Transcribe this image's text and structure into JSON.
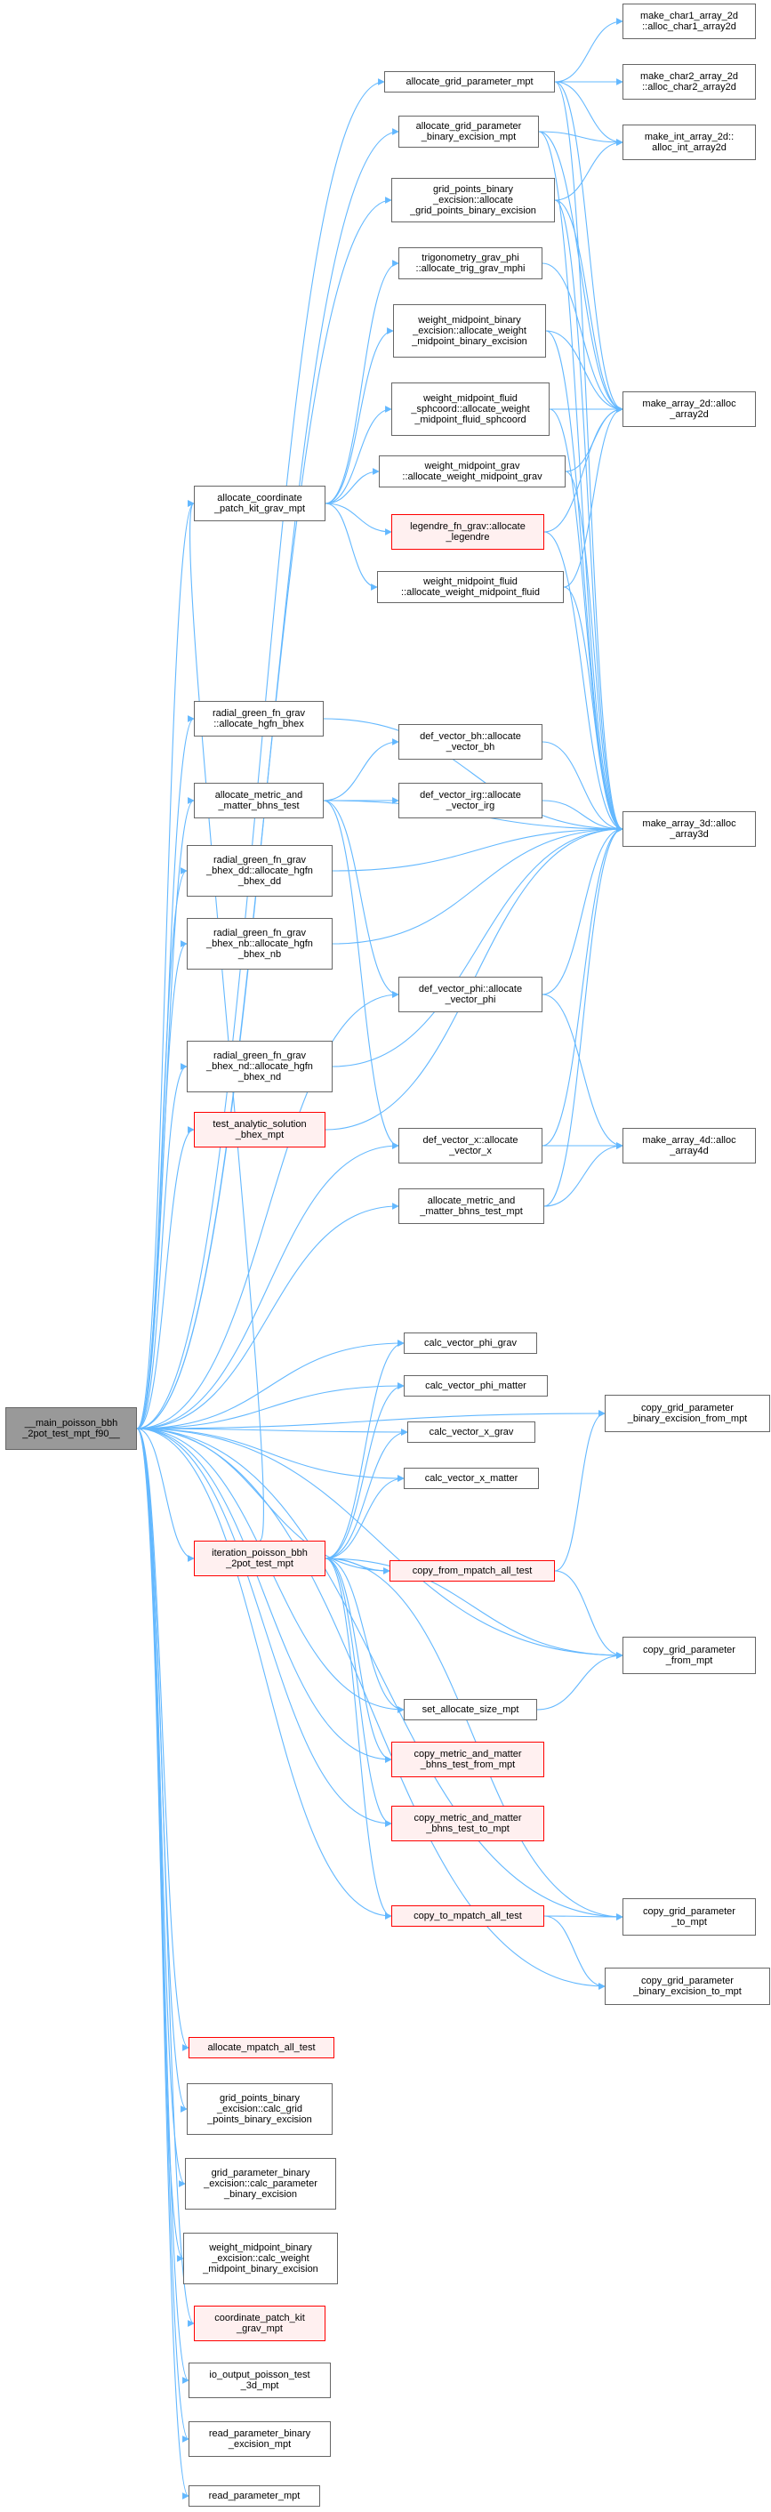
{
  "colors": {
    "edge": "#63b8ff",
    "node_border": "#666666",
    "highlight_border": "#ff0000",
    "highlight_fill": "#fff0f0",
    "root_fill": "#999999"
  },
  "nodes": [
    {
      "id": "main",
      "lines": [
        "__main_poisson_bbh",
        "_2pot_test_mpt_f90__"
      ],
      "style": "root"
    },
    {
      "id": "agp",
      "lines": [
        "allocate_grid_parameter_mpt"
      ]
    },
    {
      "id": "agpb",
      "lines": [
        "allocate_grid_parameter",
        "_binary_excision_mpt"
      ]
    },
    {
      "id": "gpbe",
      "lines": [
        "grid_points_binary",
        "_excision::allocate",
        "_grid_points_binary_excision"
      ]
    },
    {
      "id": "tgp",
      "lines": [
        "trigonometry_grav_phi",
        "::allocate_trig_grav_mphi"
      ]
    },
    {
      "id": "wmb",
      "lines": [
        "weight_midpoint_binary",
        "_excision::allocate_weight",
        "_midpoint_binary_excision"
      ]
    },
    {
      "id": "wmf",
      "lines": [
        "weight_midpoint_fluid",
        "_sphcoord::allocate_weight",
        "_midpoint_fluid_sphcoord"
      ]
    },
    {
      "id": "acp",
      "lines": [
        "allocate_coordinate",
        "_patch_kit_grav_mpt"
      ]
    },
    {
      "id": "wmg",
      "lines": [
        "weight_midpoint_grav",
        "::allocate_weight_midpoint_grav"
      ]
    },
    {
      "id": "leg",
      "lines": [
        "legendre_fn_grav::allocate",
        "_legendre"
      ],
      "style": "red"
    },
    {
      "id": "wmfl",
      "lines": [
        "weight_midpoint_fluid",
        "::allocate_weight_midpoint_fluid"
      ]
    },
    {
      "id": "c1",
      "lines": [
        "make_char1_array_2d",
        "::alloc_char1_array2d"
      ]
    },
    {
      "id": "c2",
      "lines": [
        "make_char2_array_2d",
        "::alloc_char2_array2d"
      ]
    },
    {
      "id": "mi2",
      "lines": [
        "make_int_array_2d::",
        "alloc_int_array2d"
      ]
    },
    {
      "id": "m2d",
      "lines": [
        "make_array_2d::alloc",
        "_array2d"
      ]
    },
    {
      "id": "rg",
      "lines": [
        "radial_green_fn_grav",
        "::allocate_hgfn_bhex"
      ]
    },
    {
      "id": "amm",
      "lines": [
        "allocate_metric_and",
        "_matter_bhns_test"
      ]
    },
    {
      "id": "dvbh",
      "lines": [
        "def_vector_bh::allocate",
        "_vector_bh"
      ]
    },
    {
      "id": "dvirg",
      "lines": [
        "def_vector_irg::allocate",
        "_vector_irg"
      ]
    },
    {
      "id": "m3d",
      "lines": [
        "make_array_3d::alloc",
        "_array3d"
      ]
    },
    {
      "id": "rgdd",
      "lines": [
        "radial_green_fn_grav",
        "_bhex_dd::allocate_hgfn",
        "_bhex_dd"
      ]
    },
    {
      "id": "rgnb",
      "lines": [
        "radial_green_fn_grav",
        "_bhex_nb::allocate_hgfn",
        "_bhex_nb"
      ]
    },
    {
      "id": "dvphi",
      "lines": [
        "def_vector_phi::allocate",
        "_vector_phi"
      ]
    },
    {
      "id": "rgnd",
      "lines": [
        "radial_green_fn_grav",
        "_bhex_nd::allocate_hgfn",
        "_bhex_nd"
      ]
    },
    {
      "id": "tas",
      "lines": [
        "test_analytic_solution",
        "_bhex_mpt"
      ],
      "style": "red"
    },
    {
      "id": "dvx",
      "lines": [
        "def_vector_x::allocate",
        "_vector_x"
      ]
    },
    {
      "id": "m4d",
      "lines": [
        "make_array_4d::alloc",
        "_array4d"
      ]
    },
    {
      "id": "ammt",
      "lines": [
        "allocate_metric_and",
        "_matter_bhns_test_mpt"
      ]
    },
    {
      "id": "cvpg",
      "lines": [
        "calc_vector_phi_grav"
      ]
    },
    {
      "id": "cvpm",
      "lines": [
        "calc_vector_phi_matter"
      ]
    },
    {
      "id": "cvxg",
      "lines": [
        "calc_vector_x_grav"
      ]
    },
    {
      "id": "cvxm",
      "lines": [
        "calc_vector_x_matter"
      ]
    },
    {
      "id": "cgpbf",
      "lines": [
        "copy_grid_parameter",
        "_binary_excision_from_mpt"
      ]
    },
    {
      "id": "ipb",
      "lines": [
        "iteration_poisson_bbh",
        "_2pot_test_mpt"
      ],
      "style": "red"
    },
    {
      "id": "cfm",
      "lines": [
        "copy_from_mpatch_all_test"
      ],
      "style": "red"
    },
    {
      "id": "cgpf",
      "lines": [
        "copy_grid_parameter",
        "_from_mpt"
      ]
    },
    {
      "id": "sas",
      "lines": [
        "set_allocate_size_mpt"
      ]
    },
    {
      "id": "cmmf",
      "lines": [
        "copy_metric_and_matter",
        "_bhns_test_from_mpt"
      ],
      "style": "red"
    },
    {
      "id": "cmmt",
      "lines": [
        "copy_metric_and_matter",
        "_bhns_test_to_mpt"
      ],
      "style": "red"
    },
    {
      "id": "ctm",
      "lines": [
        "copy_to_mpatch_all_test"
      ],
      "style": "red"
    },
    {
      "id": "cgpt",
      "lines": [
        "copy_grid_parameter",
        "_to_mpt"
      ]
    },
    {
      "id": "cgpbt",
      "lines": [
        "copy_grid_parameter",
        "_binary_excision_to_mpt"
      ]
    },
    {
      "id": "ama",
      "lines": [
        "allocate_mpatch_all_test"
      ],
      "style": "red"
    },
    {
      "id": "gpcalc",
      "lines": [
        "grid_points_binary",
        "_excision::calc_grid",
        "_points_binary_excision"
      ]
    },
    {
      "id": "gpcp",
      "lines": [
        "grid_parameter_binary",
        "_excision::calc_parameter",
        "_binary_excision"
      ]
    },
    {
      "id": "wmcalc",
      "lines": [
        "weight_midpoint_binary",
        "_excision::calc_weight",
        "_midpoint_binary_excision"
      ]
    },
    {
      "id": "cpk",
      "lines": [
        "coordinate_patch_kit",
        "_grav_mpt"
      ],
      "style": "red"
    },
    {
      "id": "iop",
      "lines": [
        "io_output_poisson_test",
        "_3d_mpt"
      ]
    },
    {
      "id": "rpb",
      "lines": [
        "read_parameter_binary",
        "_excision_mpt"
      ]
    },
    {
      "id": "rp",
      "lines": [
        "read_parameter_mpt"
      ]
    }
  ],
  "edges": [
    [
      "main",
      "agp"
    ],
    [
      "main",
      "agpb"
    ],
    [
      "main",
      "gpbe"
    ],
    [
      "main",
      "acp"
    ],
    [
      "main",
      "rg"
    ],
    [
      "main",
      "amm"
    ],
    [
      "main",
      "rgdd"
    ],
    [
      "main",
      "rgnb"
    ],
    [
      "main",
      "dvphi"
    ],
    [
      "main",
      "rgnd"
    ],
    [
      "main",
      "tas"
    ],
    [
      "main",
      "dvx"
    ],
    [
      "main",
      "ammt"
    ],
    [
      "main",
      "cvpg"
    ],
    [
      "main",
      "cvpm"
    ],
    [
      "main",
      "cvxg"
    ],
    [
      "main",
      "cvxm"
    ],
    [
      "main",
      "cgpbf"
    ],
    [
      "main",
      "ipb"
    ],
    [
      "main",
      "cfm"
    ],
    [
      "main",
      "cgpf"
    ],
    [
      "main",
      "sas"
    ],
    [
      "main",
      "cmmf"
    ],
    [
      "main",
      "cmmt"
    ],
    [
      "main",
      "ctm"
    ],
    [
      "main",
      "cgpt"
    ],
    [
      "main",
      "cgpbt"
    ],
    [
      "main",
      "ama"
    ],
    [
      "main",
      "gpcalc"
    ],
    [
      "main",
      "gpcp"
    ],
    [
      "main",
      "wmcalc"
    ],
    [
      "main",
      "cpk"
    ],
    [
      "main",
      "iop"
    ],
    [
      "main",
      "rpb"
    ],
    [
      "main",
      "rp"
    ],
    [
      "agp",
      "c1"
    ],
    [
      "agp",
      "c2"
    ],
    [
      "agp",
      "mi2"
    ],
    [
      "agp",
      "m2d"
    ],
    [
      "agp",
      "m3d"
    ],
    [
      "agpb",
      "mi2"
    ],
    [
      "agpb",
      "m2d"
    ],
    [
      "agpb",
      "m3d"
    ],
    [
      "gpbe",
      "mi2"
    ],
    [
      "gpbe",
      "m2d"
    ],
    [
      "gpbe",
      "m3d"
    ],
    [
      "tgp",
      "m2d"
    ],
    [
      "wmb",
      "m2d"
    ],
    [
      "wmb",
      "m3d"
    ],
    [
      "wmf",
      "m2d"
    ],
    [
      "wmf",
      "m3d"
    ],
    [
      "acp",
      "tgp"
    ],
    [
      "acp",
      "wmb"
    ],
    [
      "acp",
      "wmf"
    ],
    [
      "acp",
      "wmg"
    ],
    [
      "acp",
      "leg"
    ],
    [
      "acp",
      "wmfl"
    ],
    [
      "wmg",
      "m2d"
    ],
    [
      "wmg",
      "m3d"
    ],
    [
      "leg",
      "m2d"
    ],
    [
      "leg",
      "m3d"
    ],
    [
      "wmfl",
      "m2d"
    ],
    [
      "wmfl",
      "m3d"
    ],
    [
      "rg",
      "m3d"
    ],
    [
      "amm",
      "dvbh"
    ],
    [
      "amm",
      "dvirg"
    ],
    [
      "amm",
      "m3d"
    ],
    [
      "amm",
      "dvphi"
    ],
    [
      "amm",
      "dvx"
    ],
    [
      "dvbh",
      "m3d"
    ],
    [
      "dvirg",
      "m3d"
    ],
    [
      "rgdd",
      "m3d"
    ],
    [
      "rgnb",
      "m3d"
    ],
    [
      "dvphi",
      "m3d"
    ],
    [
      "dvphi",
      "m4d"
    ],
    [
      "rgnd",
      "m3d"
    ],
    [
      "tas",
      "m3d"
    ],
    [
      "dvx",
      "m3d"
    ],
    [
      "dvx",
      "m4d"
    ],
    [
      "ammt",
      "m3d"
    ],
    [
      "ammt",
      "m4d"
    ],
    [
      "ipb",
      "acp"
    ],
    [
      "ipb",
      "cvpg"
    ],
    [
      "ipb",
      "cvpm"
    ],
    [
      "ipb",
      "cvxg"
    ],
    [
      "ipb",
      "cvxm"
    ],
    [
      "ipb",
      "cfm"
    ],
    [
      "ipb",
      "cgpf"
    ],
    [
      "ipb",
      "sas"
    ],
    [
      "ipb",
      "cmmf"
    ],
    [
      "ipb",
      "cmmt"
    ],
    [
      "ipb",
      "ctm"
    ],
    [
      "ipb",
      "cgpt"
    ],
    [
      "cfm",
      "cgpbf"
    ],
    [
      "cfm",
      "cgpf"
    ],
    [
      "sas",
      "cgpf"
    ],
    [
      "ctm",
      "cgpt"
    ],
    [
      "ctm",
      "cgpbt"
    ]
  ]
}
